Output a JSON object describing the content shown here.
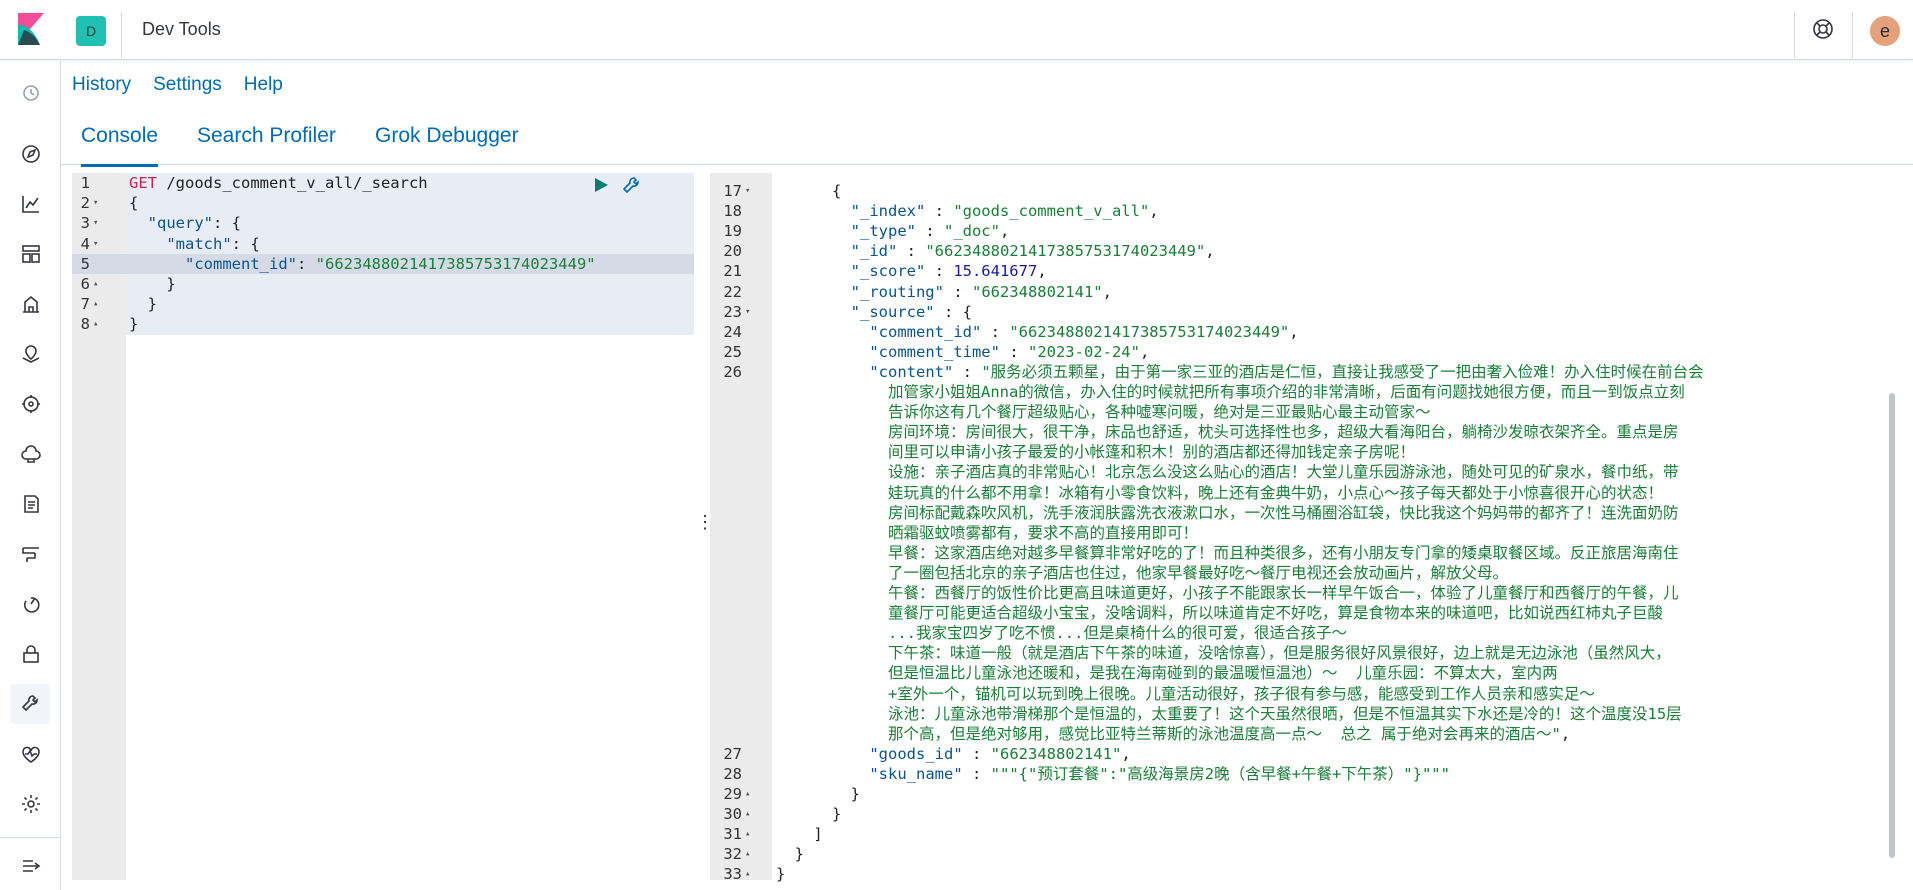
{
  "header": {
    "space_initial": "D",
    "title": "Dev Tools",
    "user_initial": "e"
  },
  "menu": [
    "History",
    "Settings",
    "Help"
  ],
  "tabs": [
    "Console",
    "Search Profiler",
    "Grok Debugger"
  ],
  "nav_icons": [
    "clock-icon",
    "compass-icon",
    "chart-icon",
    "dashboard-icon",
    "canvas-icon",
    "maps-icon",
    "ml-icon",
    "infrastructure-icon",
    "logs-icon",
    "apm-icon",
    "uptime-icon",
    "siem-icon",
    "devtools-icon",
    "monitoring-icon",
    "management-icon"
  ],
  "request": {
    "lines": [
      {
        "n": "1",
        "fold": "",
        "parts": [
          {
            "c": "m",
            "t": "GET"
          },
          {
            "c": "p",
            "t": " /goods_comment_v_all/_search"
          }
        ]
      },
      {
        "n": "2",
        "fold": "▾",
        "parts": [
          {
            "c": "p",
            "t": "{"
          }
        ]
      },
      {
        "n": "3",
        "fold": "▾",
        "parts": [
          {
            "c": "p",
            "t": "  "
          },
          {
            "c": "k",
            "t": "\"query\""
          },
          {
            "c": "p",
            "t": ": {"
          }
        ]
      },
      {
        "n": "4",
        "fold": "▾",
        "parts": [
          {
            "c": "p",
            "t": "    "
          },
          {
            "c": "k",
            "t": "\"match\""
          },
          {
            "c": "p",
            "t": ": {"
          }
        ]
      },
      {
        "n": "5",
        "fold": "",
        "parts": [
          {
            "c": "p",
            "t": "      "
          },
          {
            "c": "k",
            "t": "\"comment_id\""
          },
          {
            "c": "p",
            "t": ": "
          },
          {
            "c": "s",
            "t": "\"6623488021417385753174023449\""
          }
        ]
      },
      {
        "n": "6",
        "fold": "▴",
        "parts": [
          {
            "c": "p",
            "t": "    }"
          }
        ]
      },
      {
        "n": "7",
        "fold": "▴",
        "parts": [
          {
            "c": "p",
            "t": "  }"
          }
        ]
      },
      {
        "n": "8",
        "fold": "▴",
        "parts": [
          {
            "c": "p",
            "t": "}"
          }
        ]
      }
    ]
  },
  "response": {
    "lines": [
      {
        "n": "17",
        "fold": "▾",
        "parts": [
          {
            "c": "p",
            "t": "      {"
          }
        ]
      },
      {
        "n": "18",
        "fold": "",
        "parts": [
          {
            "c": "p",
            "t": "        "
          },
          {
            "c": "k",
            "t": "\"_index\""
          },
          {
            "c": "p",
            "t": " : "
          },
          {
            "c": "s",
            "t": "\"goods_comment_v_all\""
          },
          {
            "c": "p",
            "t": ","
          }
        ]
      },
      {
        "n": "19",
        "fold": "",
        "parts": [
          {
            "c": "p",
            "t": "        "
          },
          {
            "c": "k",
            "t": "\"_type\""
          },
          {
            "c": "p",
            "t": " : "
          },
          {
            "c": "s",
            "t": "\"_doc\""
          },
          {
            "c": "p",
            "t": ","
          }
        ]
      },
      {
        "n": "20",
        "fold": "",
        "parts": [
          {
            "c": "p",
            "t": "        "
          },
          {
            "c": "k",
            "t": "\"_id\""
          },
          {
            "c": "p",
            "t": " : "
          },
          {
            "c": "s",
            "t": "\"6623488021417385753174023449\""
          },
          {
            "c": "p",
            "t": ","
          }
        ]
      },
      {
        "n": "21",
        "fold": "",
        "parts": [
          {
            "c": "p",
            "t": "        "
          },
          {
            "c": "k",
            "t": "\"_score\""
          },
          {
            "c": "p",
            "t": " : "
          },
          {
            "c": "n",
            "t": "15.641677"
          },
          {
            "c": "p",
            "t": ","
          }
        ]
      },
      {
        "n": "22",
        "fold": "",
        "parts": [
          {
            "c": "p",
            "t": "        "
          },
          {
            "c": "k",
            "t": "\"_routing\""
          },
          {
            "c": "p",
            "t": " : "
          },
          {
            "c": "s",
            "t": "\"662348802141\""
          },
          {
            "c": "p",
            "t": ","
          }
        ]
      },
      {
        "n": "23",
        "fold": "▾",
        "parts": [
          {
            "c": "p",
            "t": "        "
          },
          {
            "c": "k",
            "t": "\"_source\""
          },
          {
            "c": "p",
            "t": " : {"
          }
        ]
      },
      {
        "n": "24",
        "fold": "",
        "parts": [
          {
            "c": "p",
            "t": "          "
          },
          {
            "c": "k",
            "t": "\"comment_id\""
          },
          {
            "c": "p",
            "t": " : "
          },
          {
            "c": "s",
            "t": "\"6623488021417385753174023449\""
          },
          {
            "c": "p",
            "t": ","
          }
        ]
      },
      {
        "n": "25",
        "fold": "",
        "parts": [
          {
            "c": "p",
            "t": "          "
          },
          {
            "c": "k",
            "t": "\"comment_time\""
          },
          {
            "c": "p",
            "t": " : "
          },
          {
            "c": "s",
            "t": "\"2023-02-24\""
          },
          {
            "c": "p",
            "t": ","
          }
        ]
      },
      {
        "n": "26",
        "fold": "",
        "parts": [
          {
            "c": "p",
            "t": "          "
          },
          {
            "c": "k",
            "t": "\"content\""
          },
          {
            "c": "p",
            "t": " : "
          },
          {
            "c": "s",
            "t": "\"服务必须五颗星，由于第一家三亚的酒店是仁恒，直接让我感受了一把由奢入俭难！办入住时候在前台会"
          }
        ]
      },
      {
        "n": "",
        "fold": "",
        "parts": [
          {
            "c": "s",
            "t": "            加管家小姐姐Anna的微信，办入住的时候就把所有事项介绍的非常清晰，后面有问题找她很方便，而且一到饭点立刻"
          }
        ]
      },
      {
        "n": "",
        "fold": "",
        "parts": [
          {
            "c": "s",
            "t": "            告诉你这有几个餐厅超级贴心，各种嘘寒问暖，绝对是三亚最贴心最主动管家～"
          }
        ]
      },
      {
        "n": "",
        "fold": "",
        "parts": [
          {
            "c": "s",
            "t": "            房间环境：房间很大，很干净，床品也舒适，枕头可选择性也多，超级大看海阳台，躺椅沙发晾衣架齐全。重点是房"
          }
        ]
      },
      {
        "n": "",
        "fold": "",
        "parts": [
          {
            "c": "s",
            "t": "            间里可以申请小孩子最爱的小帐篷和积木！别的酒店都还得加钱定亲子房呢！"
          }
        ]
      },
      {
        "n": "",
        "fold": "",
        "parts": [
          {
            "c": "s",
            "t": "            设施：亲子酒店真的非常贴心！北京怎么没这么贴心的酒店！大堂儿童乐园游泳池，随处可见的矿泉水，餐巾纸，带"
          }
        ]
      },
      {
        "n": "",
        "fold": "",
        "parts": [
          {
            "c": "s",
            "t": "            娃玩真的什么都不用拿！冰箱有小零食饮料，晚上还有金典牛奶，小点心～孩子每天都处于小惊喜很开心的状态！"
          }
        ]
      },
      {
        "n": "",
        "fold": "",
        "parts": [
          {
            "c": "s",
            "t": "            房间标配戴森吹风机，洗手液润肤露洗衣液漱口水，一次性马桶圈浴缸袋，快比我这个妈妈带的都齐了！连洗面奶防"
          }
        ]
      },
      {
        "n": "",
        "fold": "",
        "parts": [
          {
            "c": "s",
            "t": "            晒霜驱蚊喷雾都有，要求不高的直接用即可！"
          }
        ]
      },
      {
        "n": "",
        "fold": "",
        "parts": [
          {
            "c": "s",
            "t": "            早餐：这家酒店绝对越多早餐算非常好吃的了！而且种类很多，还有小朋友专门拿的矮桌取餐区域。反正旅居海南住"
          }
        ]
      },
      {
        "n": "",
        "fold": "",
        "parts": [
          {
            "c": "s",
            "t": "            了一圈包括北京的亲子酒店也住过，他家早餐最好吃～餐厅电视还会放动画片，解放父母。"
          }
        ]
      },
      {
        "n": "",
        "fold": "",
        "parts": [
          {
            "c": "s",
            "t": "            午餐：西餐厅的饭性价比更高且味道更好，小孩子不能跟家长一样早午饭合一，体验了儿童餐厅和西餐厅的午餐，儿"
          }
        ]
      },
      {
        "n": "",
        "fold": "",
        "parts": [
          {
            "c": "s",
            "t": "            童餐厅可能更适合超级小宝宝，没啥调料，所以味道肯定不好吃，算是食物本来的味道吧，比如说西红柿丸子巨酸"
          }
        ]
      },
      {
        "n": "",
        "fold": "",
        "parts": [
          {
            "c": "s",
            "t": "            ...我家宝四岁了吃不惯...但是桌椅什么的很可爱，很适合孩子～"
          }
        ]
      },
      {
        "n": "",
        "fold": "",
        "parts": [
          {
            "c": "s",
            "t": "            下午茶：味道一般（就是酒店下午茶的味道，没啥惊喜），但是服务很好风景很好，边上就是无边泳池（虽然风大，"
          }
        ]
      },
      {
        "n": "",
        "fold": "",
        "parts": [
          {
            "c": "s",
            "t": "            但是恒温比儿童泳池还暖和，是我在海南碰到的最温暖恒温池）～  儿童乐园：不算太大，室内两"
          }
        ]
      },
      {
        "n": "",
        "fold": "",
        "parts": [
          {
            "c": "s",
            "t": "            +室外一个，锚机可以玩到晚上很晚。儿童活动很好，孩子很有参与感，能感受到工作人员亲和感实足～"
          }
        ]
      },
      {
        "n": "",
        "fold": "",
        "parts": [
          {
            "c": "s",
            "t": "            泳池：儿童泳池带滑梯那个是恒温的，太重要了！这个天虽然很晒，但是不恒温其实下水还是冷的！这个温度没15层"
          }
        ]
      },
      {
        "n": "",
        "fold": "",
        "parts": [
          {
            "c": "s",
            "t": "            那个高，但是绝对够用，感觉比亚特兰蒂斯的泳池温度高一点～  总之 属于绝对会再来的酒店～\""
          },
          {
            "c": "p",
            "t": ","
          }
        ]
      },
      {
        "n": "27",
        "fold": "",
        "parts": [
          {
            "c": "p",
            "t": "          "
          },
          {
            "c": "k",
            "t": "\"goods_id\""
          },
          {
            "c": "p",
            "t": " : "
          },
          {
            "c": "s",
            "t": "\"662348802141\""
          },
          {
            "c": "p",
            "t": ","
          }
        ]
      },
      {
        "n": "28",
        "fold": "",
        "parts": [
          {
            "c": "p",
            "t": "          "
          },
          {
            "c": "k",
            "t": "\"sku_name\""
          },
          {
            "c": "p",
            "t": " : "
          },
          {
            "c": "s",
            "t": "\"\"\"{\"预订套餐\":\"高级海景房2晚（含早餐+午餐+下午茶）\"}\"\"\""
          }
        ]
      },
      {
        "n": "29",
        "fold": "▴",
        "parts": [
          {
            "c": "p",
            "t": "        }"
          }
        ]
      },
      {
        "n": "30",
        "fold": "▴",
        "parts": [
          {
            "c": "p",
            "t": "      }"
          }
        ]
      },
      {
        "n": "31",
        "fold": "▴",
        "parts": [
          {
            "c": "p",
            "t": "    ]"
          }
        ]
      },
      {
        "n": "32",
        "fold": "▴",
        "parts": [
          {
            "c": "p",
            "t": "  }"
          }
        ]
      },
      {
        "n": "33",
        "fold": "▴",
        "parts": [
          {
            "c": "p",
            "t": "}"
          }
        ]
      }
    ]
  }
}
